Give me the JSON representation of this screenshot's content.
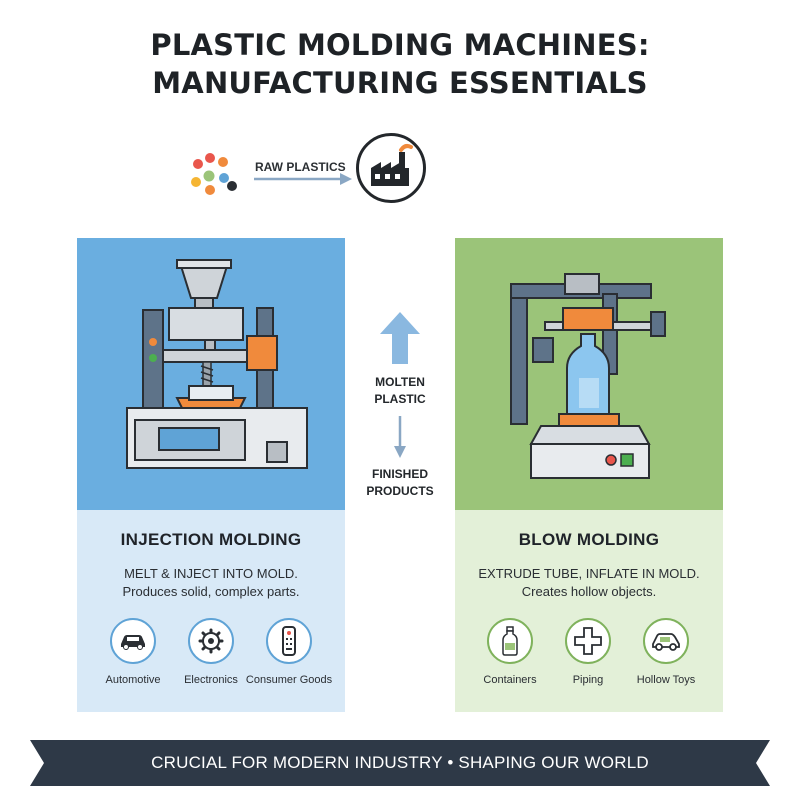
{
  "title": {
    "line1": "PLASTIC MOLDING MACHINES:",
    "line2": "MANUFACTURING ESSENTIALS"
  },
  "flow": {
    "raw_label": "RAW PLASTICS",
    "molten_label_1": "MOLTEN",
    "molten_label_2": "PLASTIC",
    "finished_label_1": "FINISHED",
    "finished_label_2": "PRODUCTS"
  },
  "injection": {
    "title": "INJECTION MOLDING",
    "desc1": "MELT & INJECT INTO MOLD.",
    "desc2": "Produces solid, complex parts.",
    "apps": [
      {
        "label": "Automotive",
        "icon": "car-icon"
      },
      {
        "label": "Electronics",
        "icon": "gear-icon"
      },
      {
        "label": "Consumer Goods",
        "icon": "remote-icon"
      }
    ]
  },
  "blow": {
    "title": "BLOW MOLDING",
    "desc1": "EXTRUDE TUBE, INFLATE IN MOLD.",
    "desc2": "Creates hollow objects.",
    "apps": [
      {
        "label": "Containers",
        "icon": "bottle-icon"
      },
      {
        "label": "Piping",
        "icon": "pipe-icon"
      },
      {
        "label": "Hollow Toys",
        "icon": "toy-car-icon"
      }
    ]
  },
  "banner": {
    "text": "CRUCIAL FOR MODERN INDUSTRY • SHAPING OUR WORLD"
  },
  "colors": {
    "injection_bg": "#6aaee0",
    "blow_bg": "#9bc479",
    "accent_orange": "#f08a3c",
    "banner_bg": "#2e3947"
  }
}
